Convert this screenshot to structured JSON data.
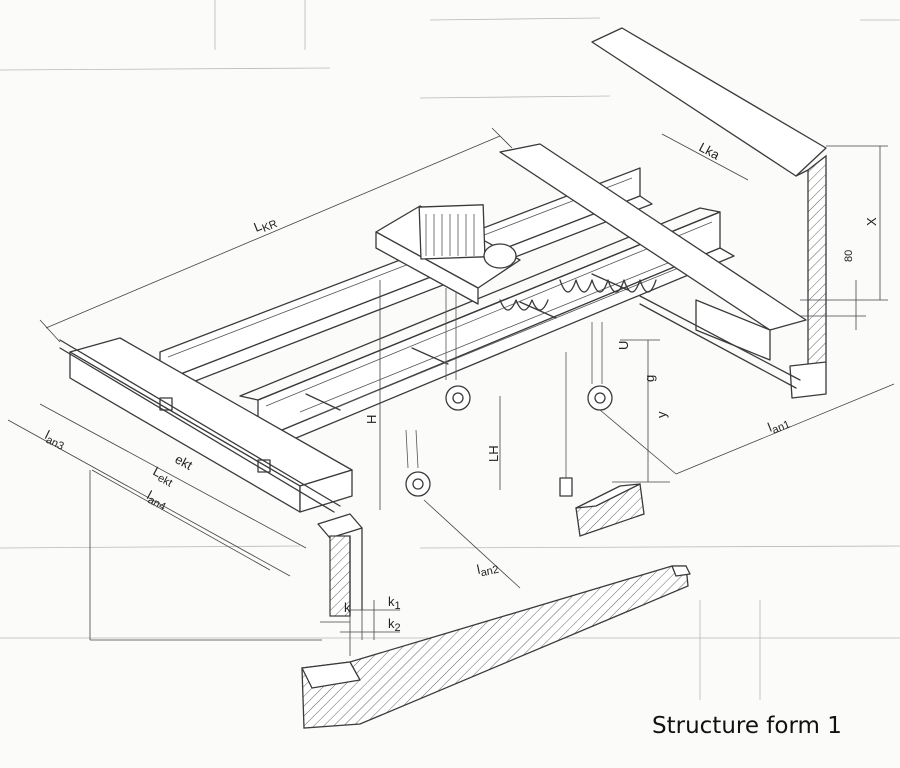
{
  "caption": "Structure form 1",
  "labels": {
    "l_kr": "L",
    "l_kr_sub": "KR",
    "l_ka": "Lka",
    "x": "X",
    "d80": "80",
    "h": "H",
    "lh": "LH",
    "u": "U",
    "g": "g",
    "y": "y",
    "l_an1": "l",
    "l_an1_sub": "an1",
    "l_an2": "l",
    "l_an2_sub": "an2",
    "l_an3": "l",
    "l_an3_sub": "an3",
    "l_an4": "l",
    "l_an4_sub": "an4",
    "ekt": "ekt",
    "l_ekt": "L",
    "l_ekt_sub": "ekt",
    "k": "k",
    "k1": "k",
    "k1_sub": "1",
    "k2": "k",
    "k2_sub": "2"
  }
}
